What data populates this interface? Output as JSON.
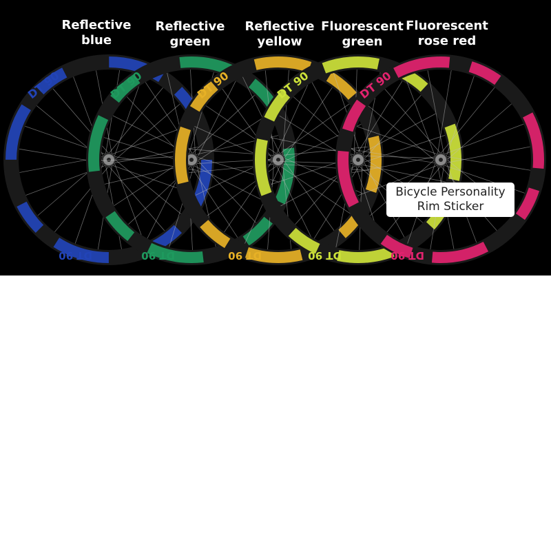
{
  "variants": [
    {
      "line1": "Reflective",
      "line2": "blue",
      "color": "#2244b8"
    },
    {
      "line1": "Reflective",
      "line2": "green",
      "color": "#1e9a5e"
    },
    {
      "line1": "Reflective",
      "line2": "yellow",
      "color": "#e7b126"
    },
    {
      "line1": "Fluorescent",
      "line2": "green",
      "color": "#cde23a"
    },
    {
      "line1": "Fluorescent",
      "line2": "rose red",
      "color": "#e3236f"
    }
  ],
  "badge": {
    "line1": "Bicycle Personality",
    "line2": "Rim Sticker"
  },
  "rim_text": "DT 90",
  "colors": {
    "background": "#000000",
    "rim": "#1a1a1a",
    "spoke": "#bdbdbd",
    "hub": "#8a8a8a",
    "page": "#ffffff"
  }
}
